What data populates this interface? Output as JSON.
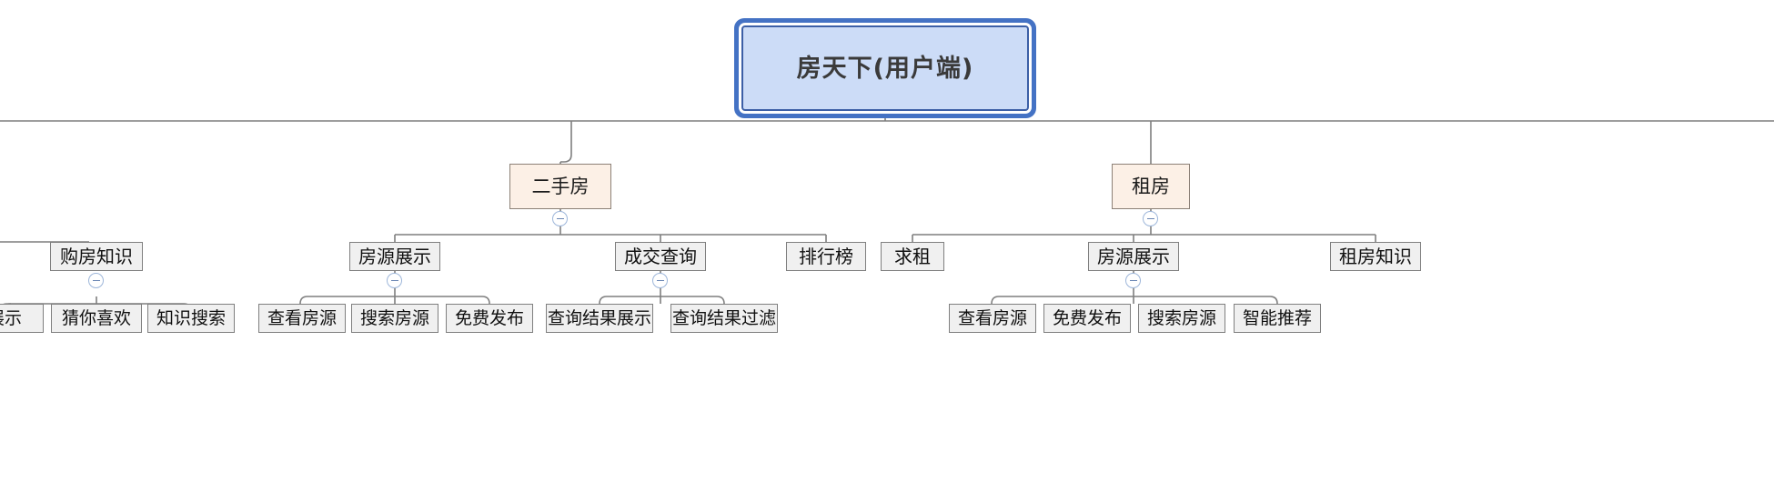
{
  "diagram": {
    "type": "mindmap-tree",
    "title_node": "房天下(用户端)",
    "colors": {
      "root_fill": "#ccdcf7",
      "root_border": "#4472c4",
      "level2_fill": "#fcf0e6",
      "level2_border": "#8c8177",
      "node_fill": "#f0f0f0",
      "node_border": "#7f7f7f",
      "edge": "#7f7f7f",
      "toggle_border": "#9db6da",
      "background": "#ffffff"
    },
    "root": {
      "label": "房天下(用户端)"
    },
    "level2": [
      {
        "label": "二手房",
        "collapsed": false,
        "toggle_icon": "minus-circle-icon"
      },
      {
        "label": "租房",
        "collapsed": false,
        "toggle_icon": "minus-circle-icon"
      }
    ],
    "level3": [
      {
        "label": "购房知识",
        "toggle_icon": "minus-circle-icon",
        "has_toggle": true
      },
      {
        "label": "房源展示",
        "toggle_icon": "minus-circle-icon",
        "has_toggle": true
      },
      {
        "label": "成交查询",
        "toggle_icon": "minus-circle-icon",
        "has_toggle": true
      },
      {
        "label": "排行榜",
        "has_toggle": false
      },
      {
        "label": "求租",
        "has_toggle": false
      },
      {
        "label": "房源展示",
        "toggle_icon": "minus-circle-icon",
        "has_toggle": true
      },
      {
        "label": "租房知识",
        "has_toggle": false
      }
    ],
    "level4": [
      {
        "label": "展示"
      },
      {
        "label": "猜你喜欢"
      },
      {
        "label": "知识搜索"
      },
      {
        "label": "查看房源"
      },
      {
        "label": "搜索房源"
      },
      {
        "label": "免费发布"
      },
      {
        "label": "查询结果展示"
      },
      {
        "label": "查询结果过滤"
      },
      {
        "label": "查看房源"
      },
      {
        "label": "免费发布"
      },
      {
        "label": "搜索房源"
      },
      {
        "label": "智能推荐"
      }
    ]
  }
}
